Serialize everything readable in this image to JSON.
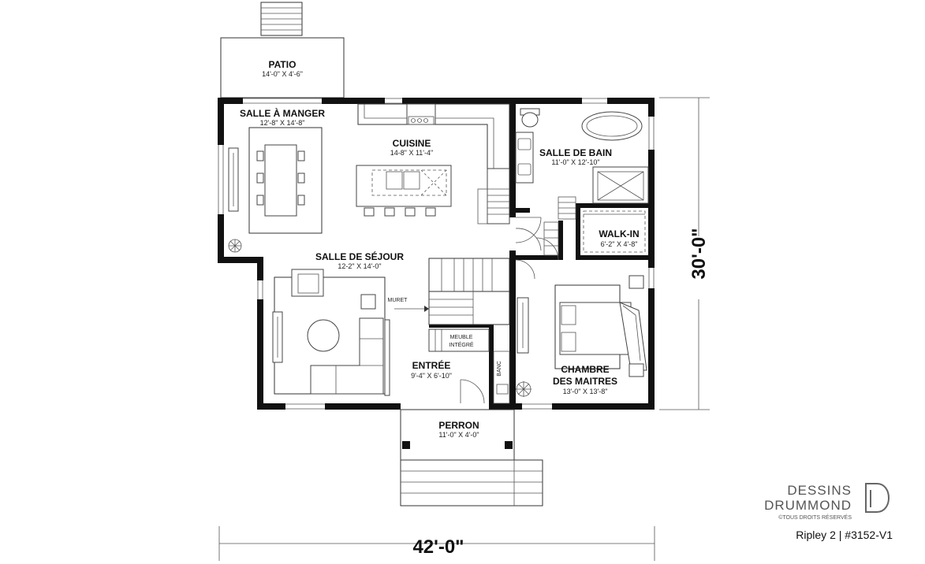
{
  "rooms": {
    "patio": {
      "name": "PATIO",
      "dims": "14'-0\" X 4'-6\""
    },
    "dining": {
      "name": "SALLE À MANGER",
      "dims": "12'-8\" X 14'-8\""
    },
    "kitchen": {
      "name": "CUISINE",
      "dims": "14-8\" X 11'-4\""
    },
    "bath": {
      "name": "SALLE DE BAIN",
      "dims": "11'-0\" X 12'-10\""
    },
    "walkin": {
      "name": "WALK-IN",
      "dims": "6'-2\" X 4'-8\""
    },
    "living": {
      "name": "SALLE DE SÉJOUR",
      "dims": "12-2\" X 14'-0\""
    },
    "entry": {
      "name": "ENTRÉE",
      "dims": "9'-4\" X 6'-10\""
    },
    "master": {
      "name_line1": "CHAMBRE",
      "name_line2": "DES MAITRES",
      "dims": "13'-0\" X 13'-8\""
    },
    "porch": {
      "name": "PERRON",
      "dims": "11'-0\" X 4'-0\""
    }
  },
  "labels": {
    "muret": "MURET",
    "meuble_line1": "MEUBLE",
    "meuble_line2": "INTÉGRÉ",
    "banc": "BANC"
  },
  "dimensions": {
    "width": "42'-0\"",
    "depth": "30'-0\""
  },
  "brand": {
    "line1": "DESSINS",
    "line2": "DRUMMOND",
    "rights": "©TOUS DROITS RÉSERVÉS",
    "model": "Ripley 2 | #3152-V1"
  }
}
